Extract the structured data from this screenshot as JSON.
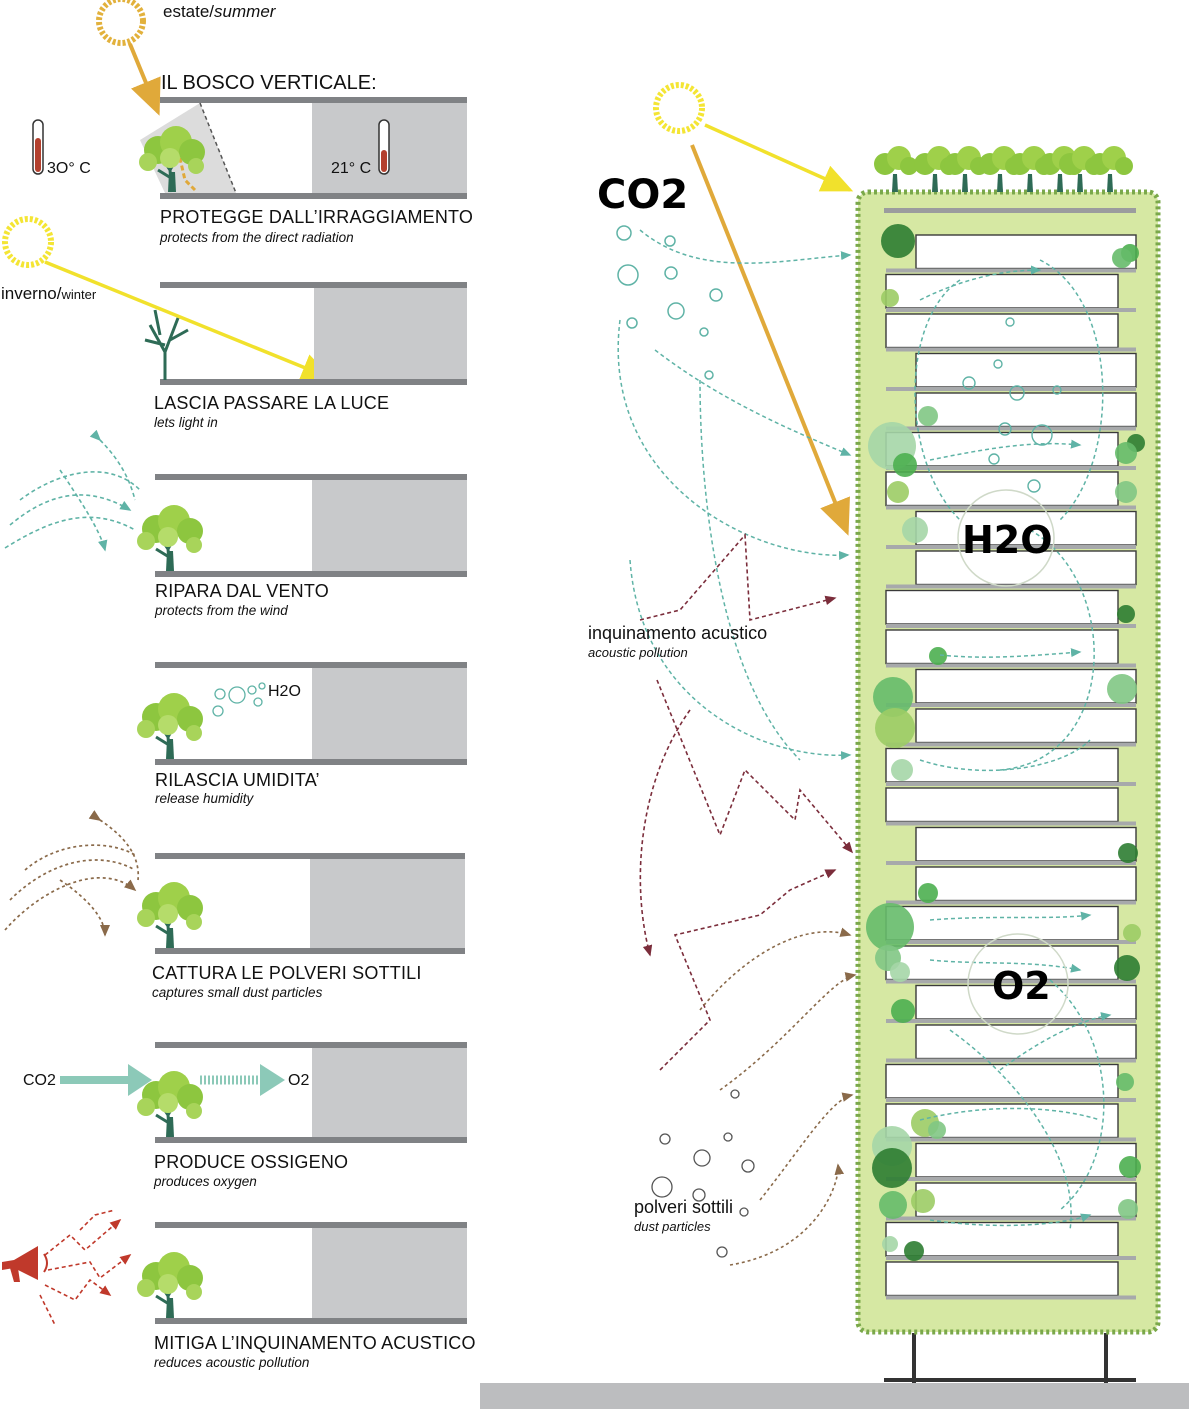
{
  "left_panel": {
    "summer_label": "estate/",
    "summer_label_en": "summer",
    "title": "IL BOSCO VERTICALE:",
    "temp_outside": "3O° C",
    "temp_inside": "21° C",
    "winter_label": "inverno/",
    "winter_label_en": "winter",
    "h2o_small": "H2O",
    "co2_small": "CO2",
    "o2_small": "O2",
    "items": [
      {
        "title": "PROTEGGE DALL’IRRAGGIAMENTO",
        "subtitle": "protects from the direct radiation"
      },
      {
        "title": "LASCIA PASSARE LA LUCE",
        "subtitle": "lets light in"
      },
      {
        "title": "RIPARA  DAL VENTO",
        "subtitle": "protects from the wind"
      },
      {
        "title": "RILASCIA UMIDITA’",
        "subtitle": "release humidity"
      },
      {
        "title": "CATTURA LE POLVERI SOTTILI",
        "subtitle": "captures small dust particles"
      },
      {
        "title": "PRODUCE OSSIGENO",
        "subtitle": "produces oxygen"
      },
      {
        "title": "MITIGA L’INQUINAMENTO ACUSTICO",
        "subtitle": "reduces acoustic pollution"
      }
    ]
  },
  "right_panel": {
    "co2_label": "CO2",
    "h2o_label": "H2O",
    "o2_label": "O2",
    "noise_label": "inquinamento acustico",
    "noise_label_en": "acoustic pollution",
    "dust_label": "polveri sottili",
    "dust_label_en": "dust particles"
  },
  "colors": {
    "sun_summer": "#e2b13c",
    "sun_winter": "#f4e534",
    "ray_summer": "#e0a93a",
    "ray_winter": "#f1e12c",
    "foliage": "#8dc63f",
    "trunk": "#2e6b56",
    "slab": "#808285",
    "room": "#c8c9cb",
    "facade_green": "#d6e8a3",
    "air_flow": "#5fb3a6",
    "noise": "#7b2d3b",
    "dust": "#8a6a4a",
    "thermo": "#b3402e",
    "megaphone": "#c0392b"
  }
}
